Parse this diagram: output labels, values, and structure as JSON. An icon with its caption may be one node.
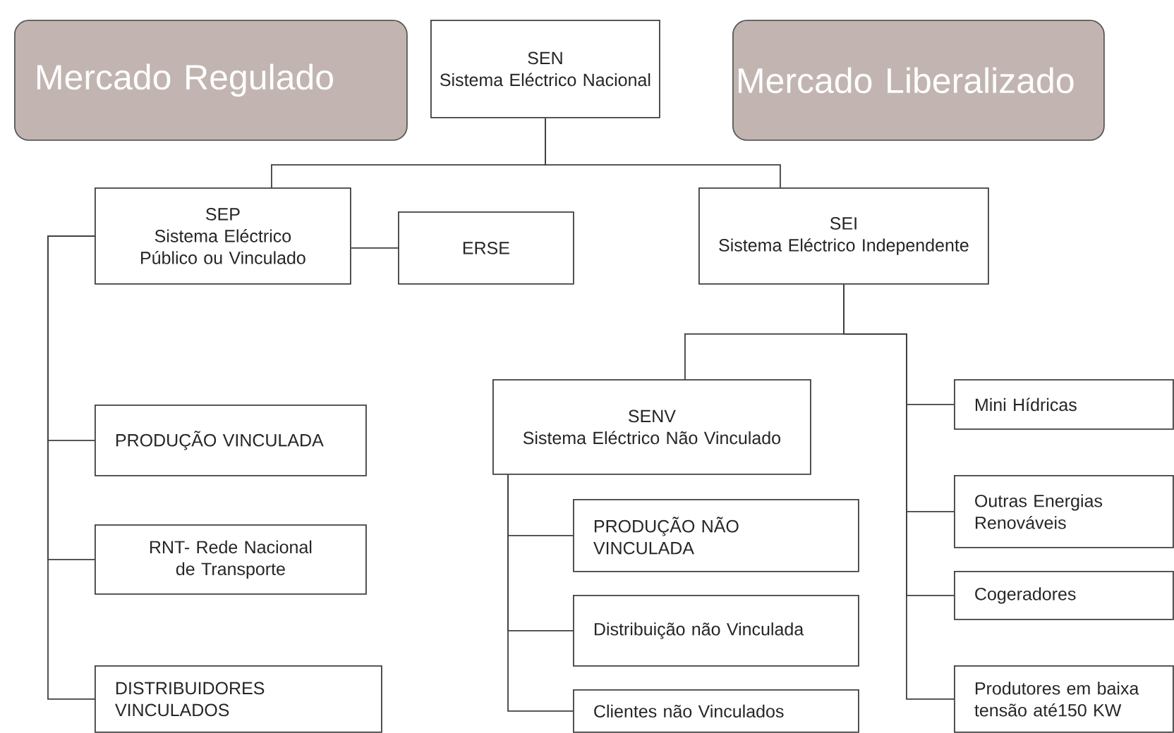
{
  "diagram": {
    "nodes": [
      {
        "text": [
          "Mercado Regulado"
        ]
      },
      {
        "text": [
          "SEN",
          "Sistema Eléctrico Nacional"
        ]
      },
      {
        "text": [
          "Mercado Liberalizado"
        ]
      },
      {
        "text": [
          "SEP",
          "Sistema Eléctrico Público ou Vinculado"
        ]
      },
      {
        "text": [
          "ERSE"
        ]
      },
      {
        "text": [
          "SEI",
          "Sistema Eléctrico Independente"
        ]
      },
      {
        "text": [
          "PRODUÇÃO VINCULADA"
        ]
      },
      {
        "text": [
          "RNT- Rede Nacional de Transporte"
        ]
      },
      {
        "text": [
          "DISTRIBUIDORES VINCULADOS"
        ]
      },
      {
        "text": [
          "SENV",
          "Sistema Eléctrico Não Vinculado"
        ]
      },
      {
        "text": [
          "PRODUÇÃO NÃO VINCULADA"
        ]
      },
      {
        "text": [
          "Distribuição não Vinculada"
        ]
      },
      {
        "text": [
          "Clientes não Vinculados"
        ]
      },
      {
        "text": [
          "Mini Hídricas"
        ]
      },
      {
        "text": [
          "Outras Energias Renováveis"
        ]
      },
      {
        "text": [
          "Cogeradores"
        ]
      },
      {
        "text": [
          "Produtores em baixa tensão até150 KW"
        ]
      }
    ],
    "edges": [
      {
        "from": 1,
        "to": 3,
        "arrow": "none"
      },
      {
        "from": 1,
        "to": 5,
        "arrow": "none"
      },
      {
        "from": 3,
        "to": 4,
        "arrow": "none"
      },
      {
        "from": 3,
        "to": 6,
        "arrow": "none"
      },
      {
        "from": 3,
        "to": 7,
        "arrow": "none"
      },
      {
        "from": 3,
        "to": 8,
        "arrow": "none"
      },
      {
        "from": 5,
        "to": 9,
        "arrow": "none"
      },
      {
        "from": 5,
        "to": 13,
        "arrow": "none"
      },
      {
        "from": 5,
        "to": 14,
        "arrow": "none"
      },
      {
        "from": 5,
        "to": 15,
        "arrow": "none"
      },
      {
        "from": 5,
        "to": 16,
        "arrow": "none"
      },
      {
        "from": 9,
        "to": 10,
        "arrow": "none"
      },
      {
        "from": 9,
        "to": 11,
        "arrow": "none"
      },
      {
        "from": 9,
        "to": 12,
        "arrow": "none"
      }
    ]
  }
}
